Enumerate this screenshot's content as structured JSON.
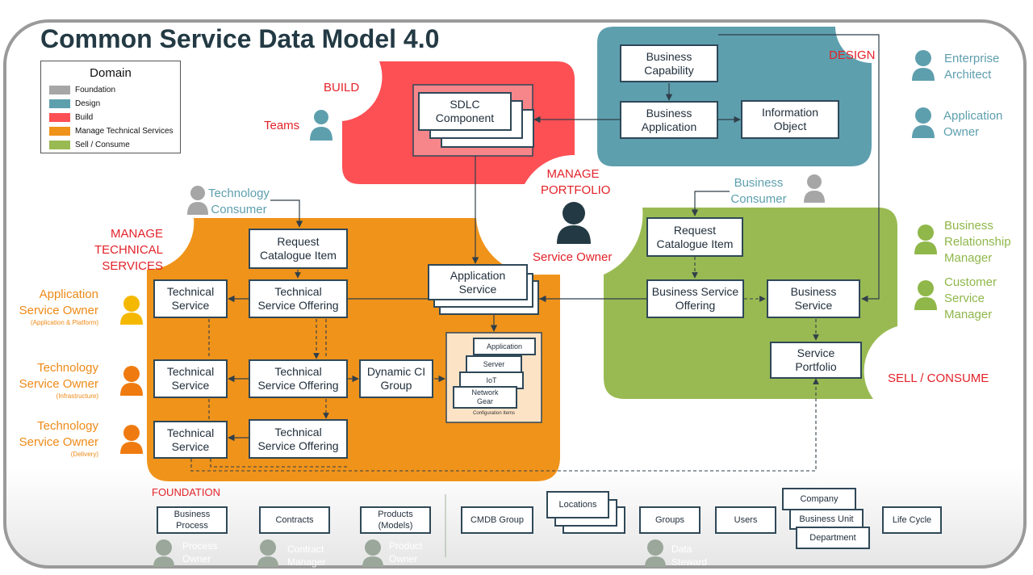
{
  "title": "Common Service Data Model 4.0",
  "legend": {
    "title": "Domain",
    "items": [
      {
        "label": "Foundation",
        "color": "#a6a6a6"
      },
      {
        "label": "Design",
        "color": "#5e9fae"
      },
      {
        "label": "Build",
        "color": "#fd5055"
      },
      {
        "label": "Manage Technical Services",
        "color": "#f0931a"
      },
      {
        "label": "Sell / Consume",
        "color": "#99ba52"
      }
    ]
  },
  "regions": {
    "design": "DESIGN",
    "build": "BUILD",
    "manage_portfolio": "MANAGE\nPORTFOLIO",
    "manage_technical": "MANAGE\nTECHNICAL SERVICES",
    "sell_consume": "SELL / CONSUME",
    "foundation": "FOUNDATION"
  },
  "roles": {
    "teams": "Teams",
    "service_owner": "Service Owner",
    "technology_consumer": "Technology\nConsumer",
    "business_consumer": "Business\nConsumer",
    "enterprise_architect": "Enterprise\nArchitect",
    "application_owner": "Application\nOwner",
    "business_relationship_manager": "Business\nRelationship\nManager",
    "customer_service_manager": "Customer\nService\nManager",
    "app_service_owner": "Application\nService Owner",
    "app_service_owner_sub": "(Application & Platform)",
    "tech_owner_infra": "Technology\nService Owner",
    "tech_owner_infra_sub": "(Infrastructure)",
    "tech_owner_delivery": "Technology\nService Owner",
    "tech_owner_delivery_sub": "(Delivery)",
    "process_owner": "Process\nOwner",
    "contract_manager": "Contract\nManager",
    "product_owner": "Product\nOwner",
    "data_steward": "Data\nSteward"
  },
  "nodes": {
    "business_capability": "Business\nCapability",
    "business_application": "Business\nApplication",
    "information_object": "Information\nObject",
    "sdlc_component": "SDLC\nComponent",
    "sdlc_back": "Component",
    "request_catalogue_tech": "Request\nCatalogue Item",
    "request_catalogue_bus": "Request\nCatalogue Item",
    "technical_service_1": "Technical\nService",
    "technical_service_2": "Technical\nService",
    "technical_service_3": "Technical\nService",
    "tso_1": "Technical\nService Offering",
    "tso_2": "Technical\nService Offering",
    "tso_3": "Technical\nService Offering",
    "application_service": "Application\nService",
    "dynamic_ci_group": "Dynamic CI\nGroup",
    "ci_application": "Application",
    "ci_server": "Server",
    "ci_iot": "IoT",
    "ci_network_gear": "Network\nGear",
    "ci_caption": "Configuration Items",
    "business_service_offering": "Business Service\nOffering",
    "business_service": "Business\nService",
    "service_portfolio": "Service\nPortfolio",
    "business_process": "Business\nProcess",
    "contracts": "Contracts",
    "products_models": "Products\n(Models)",
    "cmdb_group": "CMDB Group",
    "locations": "Locations",
    "groups": "Groups",
    "users": "Users",
    "company": "Company",
    "business_unit": "Business Unit",
    "department": "Department",
    "life_cycle": "Life Cycle"
  },
  "colors": {
    "design": "#5e9fae",
    "build": "#fd5055",
    "manage_technical": "#f0931a",
    "sell_consume": "#99ba52",
    "foundation": "#a6a6a6",
    "label_red": "#e2232a",
    "label_orange": "#ee8a17",
    "person_dark": "#233a44",
    "person_yellow": "#f5b800",
    "person_orange": "#ef7b10"
  }
}
